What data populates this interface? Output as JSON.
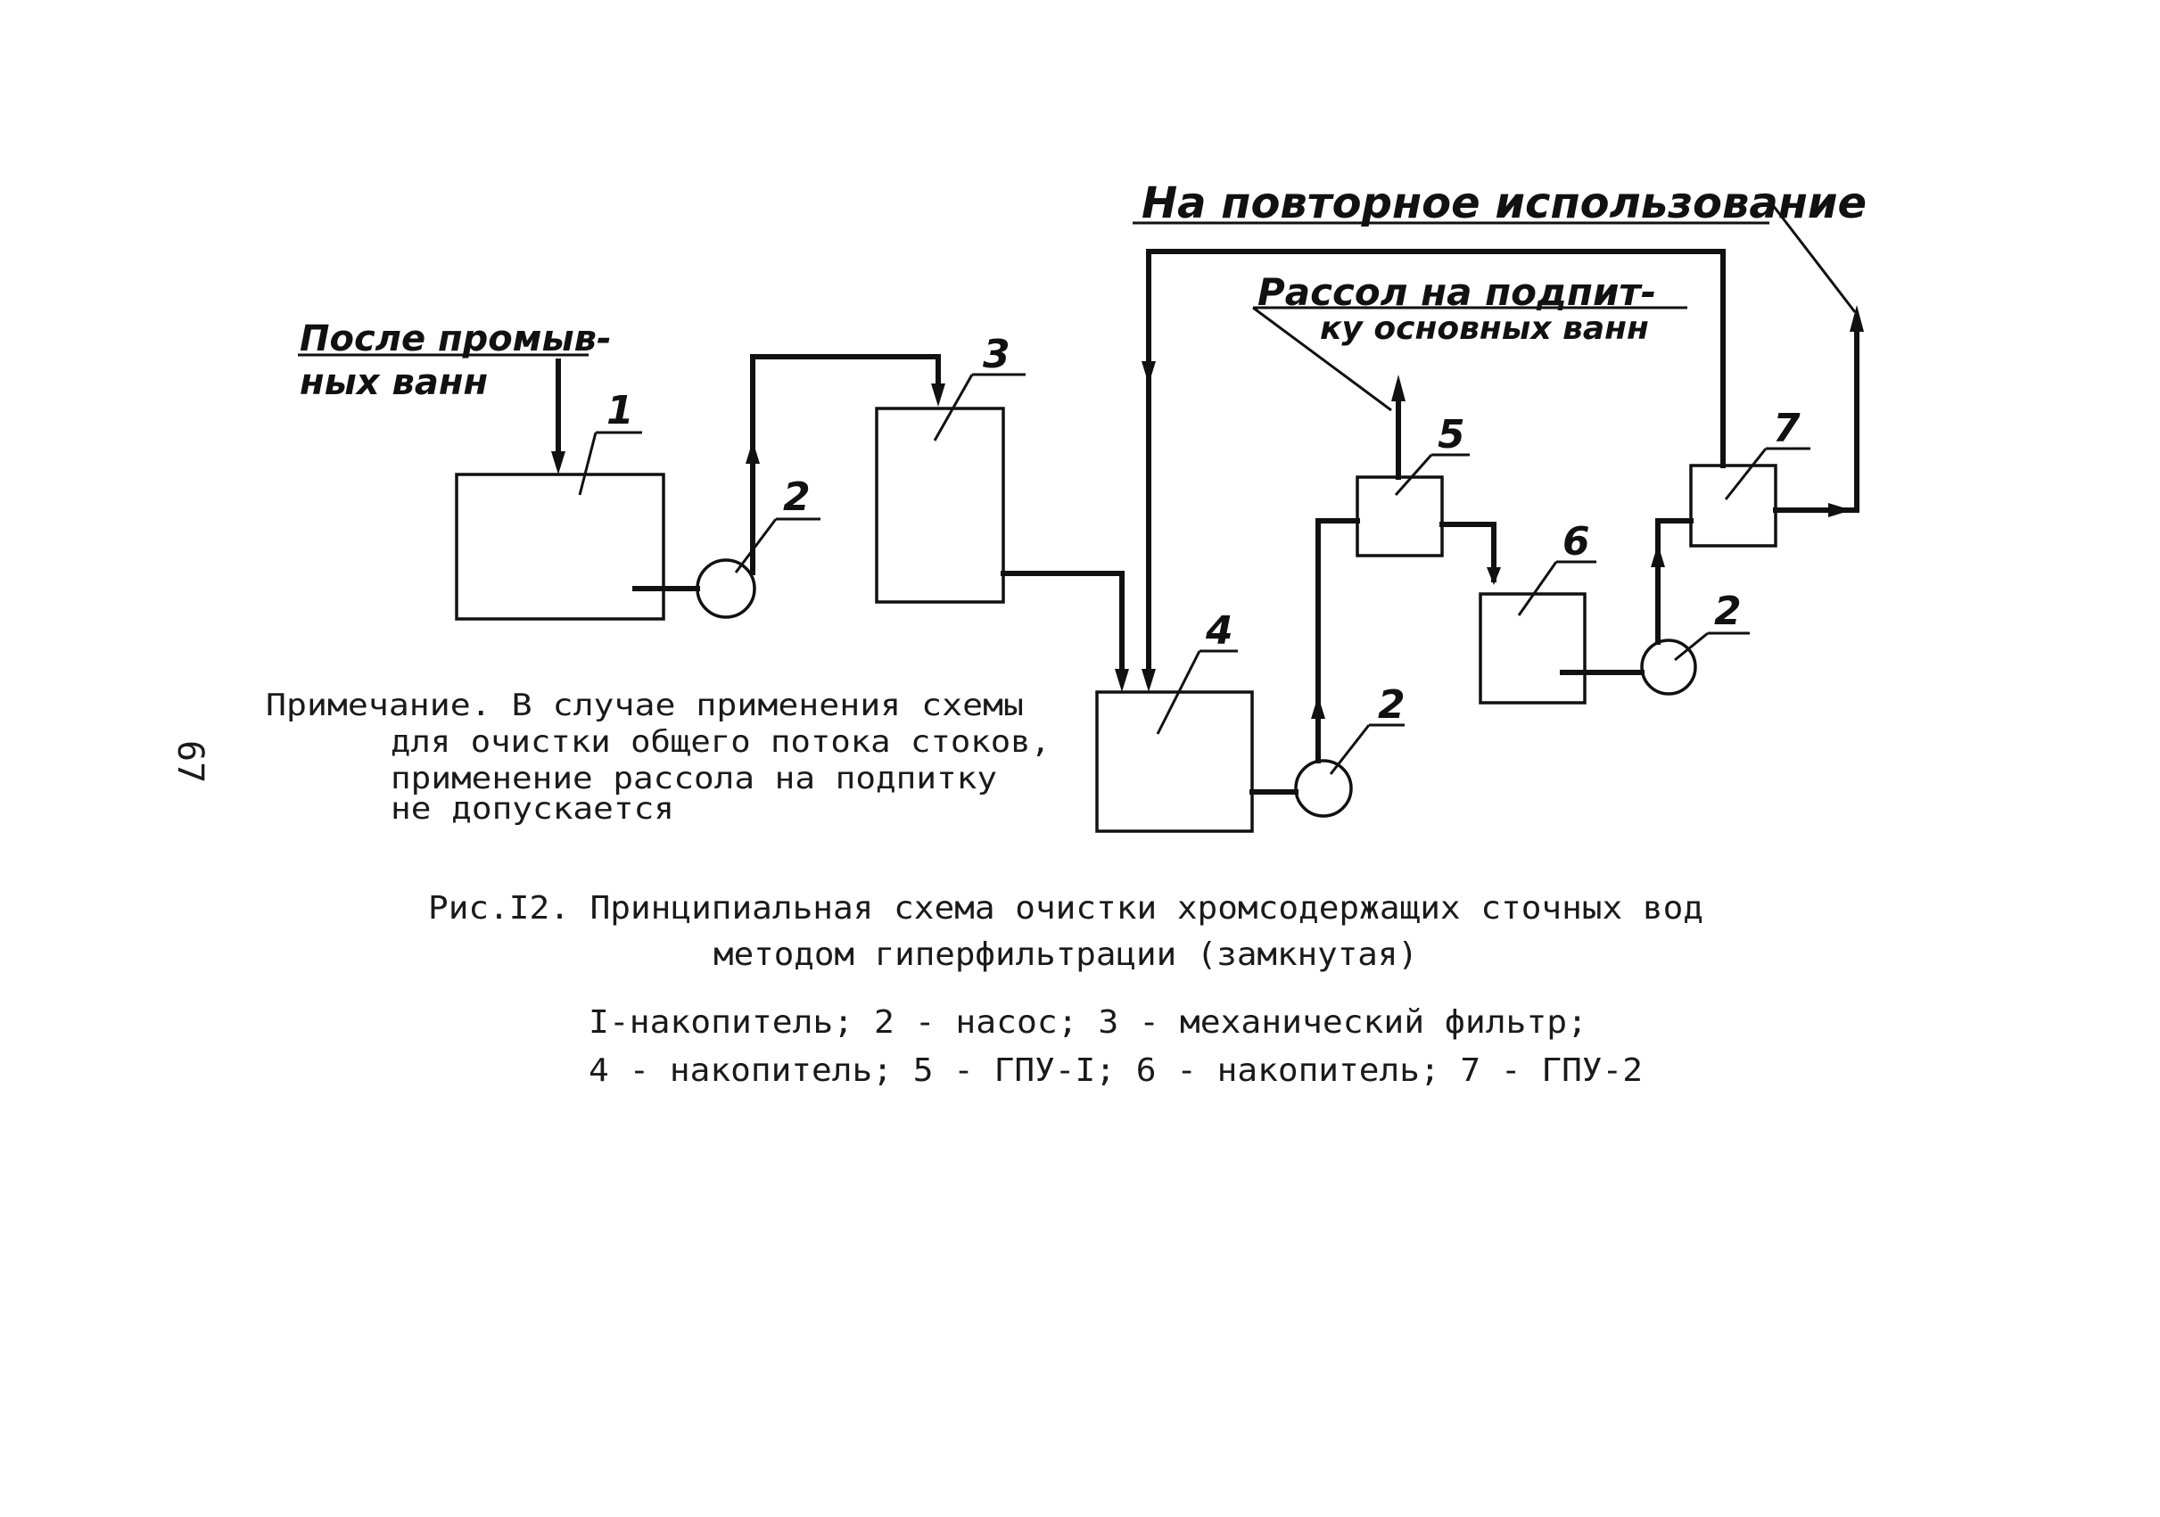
{
  "labels": {
    "top_right": "На повторное использование",
    "brine_line1": "Рассол на подпит-",
    "brine_line2": "ку основных ванн",
    "inlet_line1": "После промыв-",
    "inlet_line2": "ных ванн"
  },
  "nodes": {
    "n1": "1",
    "n2a": "2",
    "n3": "3",
    "n4": "4",
    "n2b": "2",
    "n5": "5",
    "n6": "6",
    "n7": "7",
    "n2c": "2"
  },
  "note": {
    "line1": "Примечание. В случае применения схемы",
    "line2": "для очистки общего потока стоков,",
    "line3": "применение рассола на подпитку",
    "line4": "не допускается"
  },
  "page_number": "67",
  "caption": {
    "line1": "Рис.I2. Принципиальная схема очистки хромсодержащих сточных вод",
    "line2": "методом гиперфильтрации (замкнутая)",
    "legend1": "I-накопитель; 2 - насос; 3 - механический фильтр;",
    "legend2": "4 - накопитель; 5 - ГПУ-I; 6 - накопитель; 7 - ГПУ-2"
  }
}
